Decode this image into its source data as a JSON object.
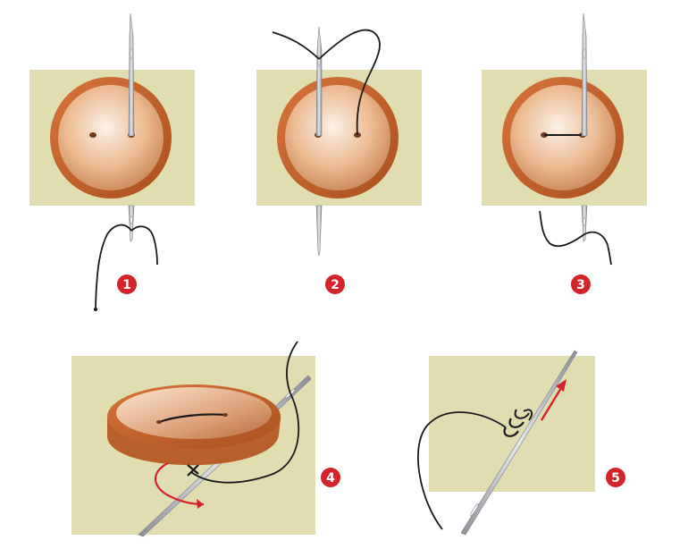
{
  "diagram": {
    "steps": [
      {
        "number": "1"
      },
      {
        "number": "2"
      },
      {
        "number": "3"
      },
      {
        "number": "4"
      },
      {
        "number": "5"
      }
    ]
  },
  "colors": {
    "fabric": "#e0ddb0",
    "fabric_edge": "#c9c594",
    "button_rim": "#c4612e",
    "button_face_light": "#fbe8d8",
    "button_face_dark": "#c9875a",
    "needle": "#b9bcc1",
    "thread": "#1a1a1a",
    "step_badge": "#d5232c",
    "arrow": "#d5232c"
  },
  "icons": [
    "needle-icon",
    "button-icon",
    "thread-icon",
    "arrow-icon"
  ]
}
